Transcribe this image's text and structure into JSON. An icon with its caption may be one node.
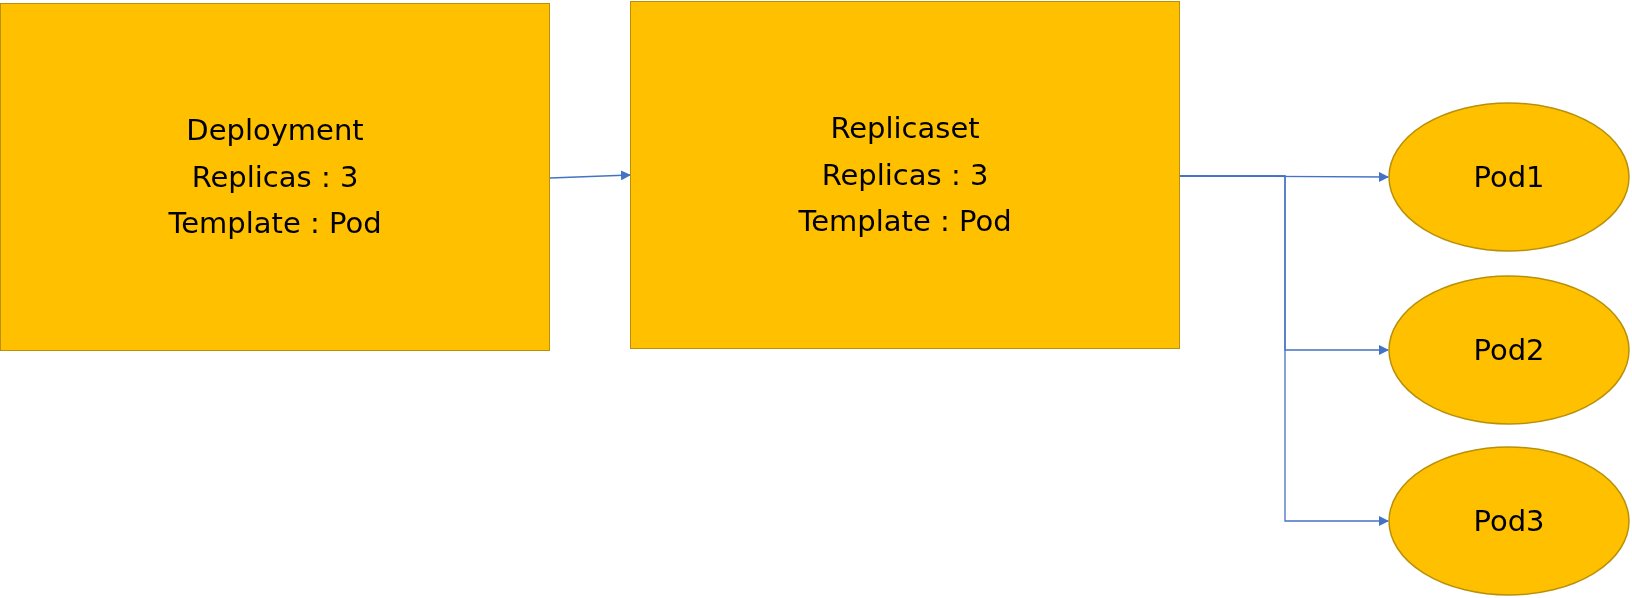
{
  "diagram": {
    "nodes": [
      {
        "text": [
          "Deployment",
          "Replicas : 3",
          "Template : Pod"
        ]
      },
      {
        "text": [
          "Replicaset",
          "Replicas : 3",
          "Template : Pod"
        ]
      },
      {
        "text": [
          "Pod1"
        ]
      },
      {
        "text": [
          "Pod2"
        ]
      },
      {
        "text": [
          "Pod3"
        ]
      }
    ],
    "edges": [
      {
        "from": 0,
        "to": 1,
        "arrow": "to"
      },
      {
        "from": 1,
        "to": 2,
        "arrow": "to"
      },
      {
        "from": 1,
        "to": 3,
        "arrow": "to"
      },
      {
        "from": 1,
        "to": 4,
        "arrow": "to"
      }
    ]
  }
}
